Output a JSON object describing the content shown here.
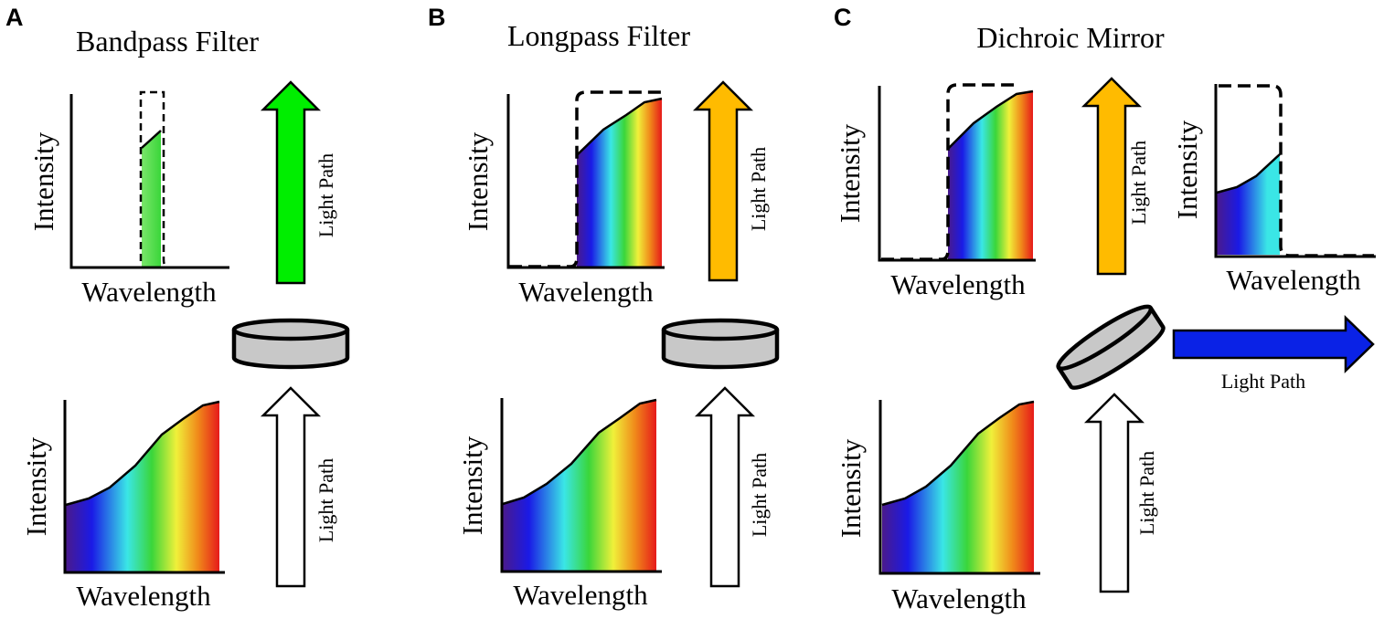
{
  "panels": [
    {
      "letter": "A",
      "title": "Bandpass Filter",
      "top_graph": {
        "xlabel": "Wavelength",
        "ylabel": "Intensity"
      },
      "bottom_graph": {
        "xlabel": "Wavelength",
        "ylabel": "Intensity"
      },
      "output_arrow": {
        "label": "Light Path",
        "color": "#00ee00"
      },
      "input_arrow": {
        "label": "Light Path",
        "color": "#ffffff"
      }
    },
    {
      "letter": "B",
      "title": "Longpass Filter",
      "top_graph": {
        "xlabel": "Wavelength",
        "ylabel": "Intensity"
      },
      "bottom_graph": {
        "xlabel": "Wavelength",
        "ylabel": "Intensity"
      },
      "output_arrow": {
        "label": "Light Path",
        "color": "#ffbb00"
      },
      "input_arrow": {
        "label": "Light Path",
        "color": "#ffffff"
      }
    },
    {
      "letter": "C",
      "title": "Dichroic Mirror",
      "top_graph": {
        "xlabel": "Wavelength",
        "ylabel": "Intensity"
      },
      "reflected_graph": {
        "xlabel": "Wavelength",
        "ylabel": "Intensity"
      },
      "bottom_graph": {
        "xlabel": "Wavelength",
        "ylabel": "Intensity"
      },
      "output_arrow": {
        "label": "Light Path",
        "color": "#ffbb00"
      },
      "reflected_arrow": {
        "label": "Light Path",
        "color": "#0a22e6"
      },
      "input_arrow": {
        "label": "Light Path",
        "color": "#ffffff"
      }
    }
  ],
  "colors": {
    "filter_fill": "#c8c8c8",
    "outline": "#000000",
    "spectrum": [
      "#4a1a8c",
      "#1a1ae6",
      "#3ae6e6",
      "#3ad63a",
      "#f0f03a",
      "#f08a1a",
      "#e61a1a"
    ]
  }
}
